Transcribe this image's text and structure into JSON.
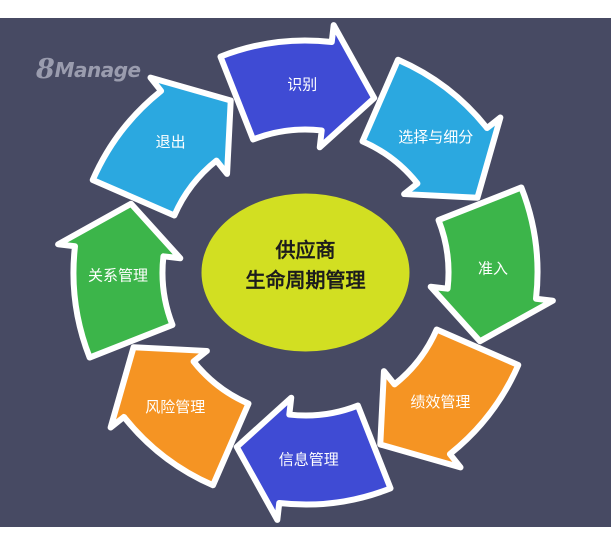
{
  "page": {
    "background_color": "#ffffff",
    "stage_color": "#474a63"
  },
  "logo": {
    "name": "8Manage",
    "digit": "8",
    "word": "Manage",
    "color": "#9a9cae"
  },
  "diagram": {
    "type": "cycle",
    "center": {
      "line1": "供应商",
      "line2": "生命周期管理",
      "fill_color": "#d2df22",
      "text_color": "#1c1c1c"
    },
    "ring_gap_color": "#474a63",
    "outline_color": "#ffffff",
    "steps": [
      {
        "label": "识别",
        "color": "#3f4bd4",
        "position": "top"
      },
      {
        "label": "选择与细分",
        "color": "#2ba8e0",
        "position": "top-right"
      },
      {
        "label": "准入",
        "color": "#3cb54a",
        "position": "right"
      },
      {
        "label": "绩效管理",
        "color": "#f59423",
        "position": "bottom-right"
      },
      {
        "label": "信息管理",
        "color": "#3f4bd4",
        "position": "bottom"
      },
      {
        "label": "风险管理",
        "color": "#f59423",
        "position": "bottom-left"
      },
      {
        "label": "关系管理",
        "color": "#3cb54a",
        "position": "left"
      },
      {
        "label": "退出",
        "color": "#2ba8e0",
        "position": "top-left"
      }
    ]
  }
}
